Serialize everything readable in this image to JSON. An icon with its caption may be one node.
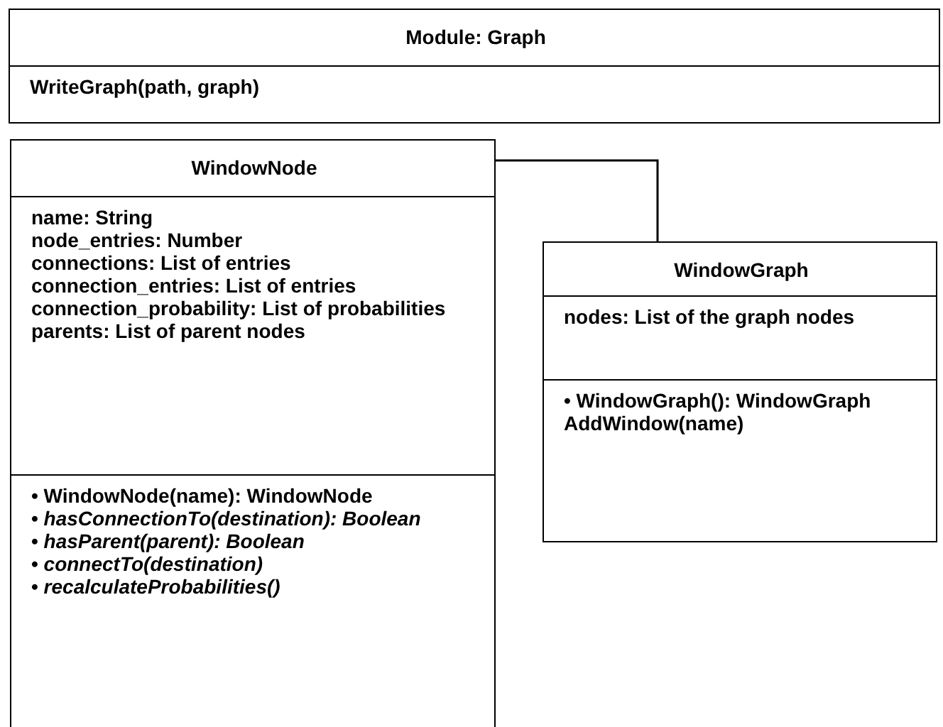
{
  "diagram": {
    "nodes": [
      {
        "text": [
          "Module: Graph",
          "WriteGraph(path, graph)"
        ]
      },
      {
        "text": [
          "WindowNode",
          "name: String",
          "node_entries: Number",
          "connections: List of entries",
          "connection_entries: List of entries",
          "connection_probability: List of probabilities",
          "parents: List of parent nodes",
          "• WindowNode(name): WindowNode",
          "• *hasConnectionTo(destination): Boolean*",
          "• *hasParent(parent): Boolean*",
          "• *connectTo(destination)*",
          "• *recalculateProbabilities()*"
        ]
      },
      {
        "text": [
          "WindowGraph",
          "nodes: List of the graph nodes",
          "• WindowGraph(): WindowGraph",
          "AddWindow(name)"
        ]
      }
    ],
    "edges": [
      {
        "from": 1,
        "to": 2,
        "arrow": "none"
      }
    ]
  }
}
